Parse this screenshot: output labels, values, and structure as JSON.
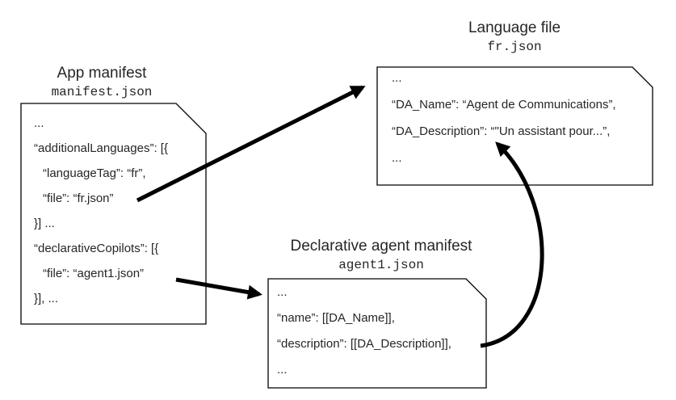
{
  "colors": {
    "bg": "#ffffff",
    "ink": "#262626",
    "border": "#000000",
    "box_fill": "#ffffff",
    "arrow": "#000000"
  },
  "app_manifest": {
    "title": "App manifest",
    "filename": "manifest.json",
    "lines": [
      "...",
      "“additionalLanguages”: [{",
      "“languageTag”: “fr”,",
      "“file”: “fr.json”",
      "}] ...",
      "“declarativeCopilots”: [{",
      "“file”: “agent1.json”",
      "}], ..."
    ]
  },
  "language_file": {
    "title": "Language file",
    "filename": "fr.json",
    "lines": [
      "...",
      "“DA_Name”: “Agent de Communications”,",
      "“DA_Description”: “\"Un assistant pour...”,",
      "..."
    ]
  },
  "agent_manifest": {
    "title": "Declarative agent manifest",
    "filename": "agent1.json",
    "lines": [
      "...",
      "“name”: [[DA_Name]],",
      "“description”: [[DA_Description]],",
      "..."
    ]
  },
  "arrows": [
    {
      "id": "fr-json-reference",
      "from": "manifest.json “file”: “fr.json”",
      "to": "fr.json document",
      "style": "straight"
    },
    {
      "id": "agent-json-reference",
      "from": "manifest.json “file”: “agent1.json”",
      "to": "agent1.json document",
      "style": "straight"
    },
    {
      "id": "da-description-lookup",
      "from": "agent1.json “description”: [[DA_Description]],",
      "to": "fr.json “DA_Description” entry",
      "style": "curved"
    }
  ]
}
